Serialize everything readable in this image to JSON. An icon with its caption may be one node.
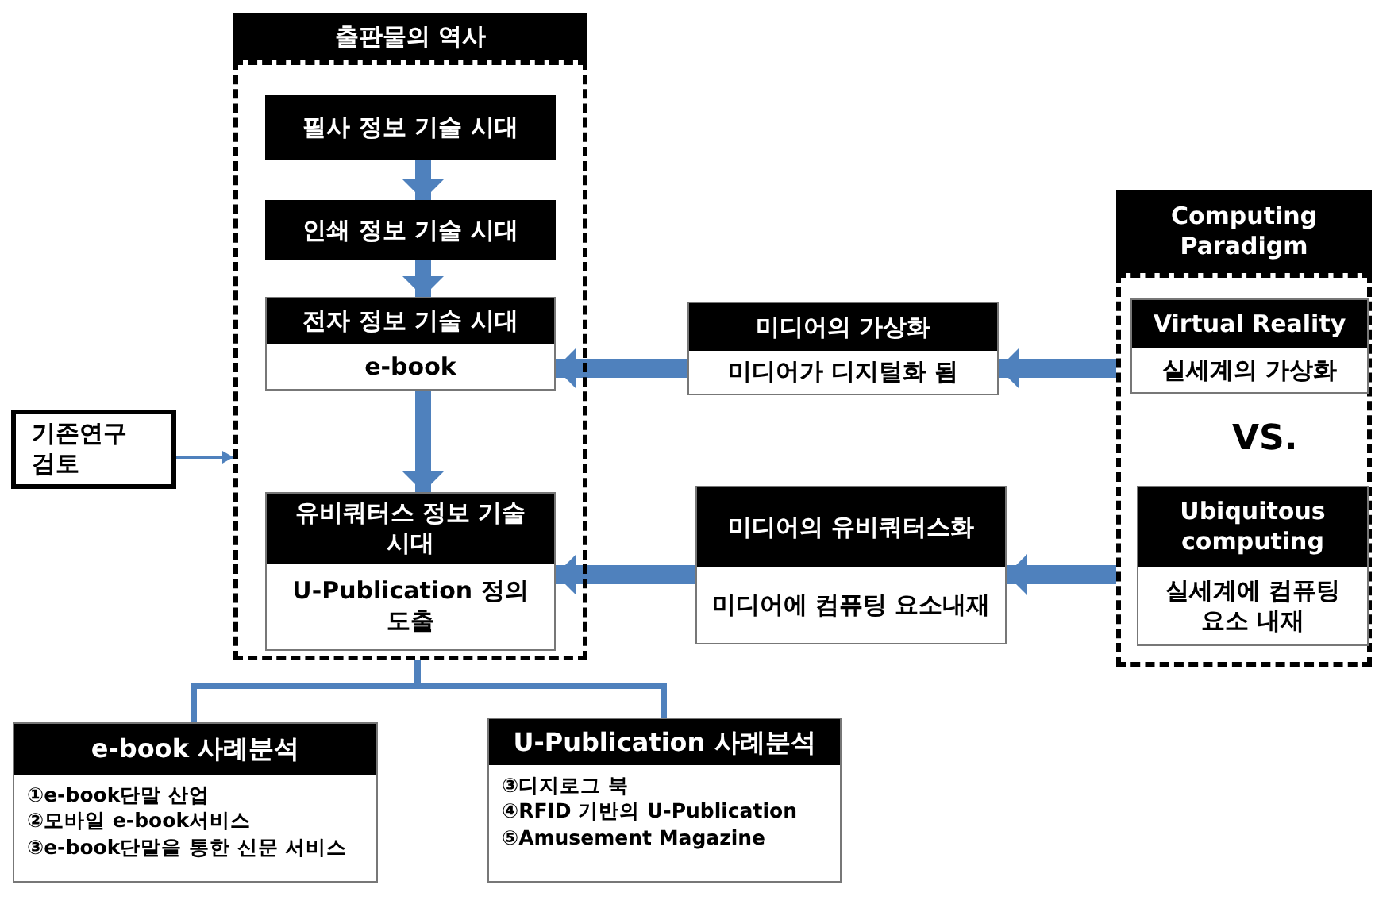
{
  "diagram": {
    "nodes": [
      {
        "text": [
          "출판물의 역사"
        ]
      },
      {
        "text": [
          "필사 정보 기술 시대"
        ],
        "in": 0
      },
      {
        "text": [
          "인쇄 정보 기술 시대"
        ],
        "in": 0
      },
      {
        "text": [
          "전자 정보 기술 시대",
          "e-book"
        ],
        "in": 0
      },
      {
        "text": [
          "유비쿼터스 정보 기술 시대",
          "U-Publication 정의 도출"
        ],
        "in": 0
      },
      {
        "text": [
          "기존연구 검토"
        ]
      },
      {
        "text": [
          "미디어의 가상화",
          "미디어가 디지털화 됨"
        ]
      },
      {
        "text": [
          "미디어의 유비쿼터스화",
          "미디어에 컴퓨팅 요소내재"
        ]
      },
      {
        "text": [
          "Computing Paradigm"
        ]
      },
      {
        "text": [
          "Virtual Reality",
          "실세계의 가상화"
        ],
        "in": 8
      },
      {
        "text": [
          "Ubiquitous computing",
          "실세계에 컴퓨팅 요소 내재"
        ],
        "in": 8
      },
      {
        "text": [
          "e-book 사례분석",
          "①e-book단말 산업",
          "②모바일 e-book서비스",
          "③e-book단말을 통한 신문 서비스"
        ]
      },
      {
        "text": [
          "U-Publication 사례분석",
          "③디지로그 북",
          "④RFID 기반의 U-Publication",
          "⑤Amusement Magazine"
        ]
      }
    ],
    "edges": [
      {
        "from": 1,
        "to": 2,
        "arrow": "to"
      },
      {
        "from": 2,
        "to": 3,
        "arrow": "to"
      },
      {
        "from": 3,
        "to": 4,
        "arrow": "to"
      },
      {
        "from": 5,
        "to": 0,
        "arrow": "to"
      },
      {
        "from": 8,
        "to": 6,
        "arrow": "to"
      },
      {
        "from": 6,
        "to": 3,
        "arrow": "to"
      },
      {
        "from": 8,
        "to": 7,
        "arrow": "to"
      },
      {
        "from": 7,
        "to": 4,
        "arrow": "to"
      },
      {
        "from": 0,
        "to": 11,
        "arrow": "none"
      },
      {
        "from": 0,
        "to": 12,
        "arrow": "none"
      }
    ],
    "labels": [
      "VS."
    ]
  }
}
